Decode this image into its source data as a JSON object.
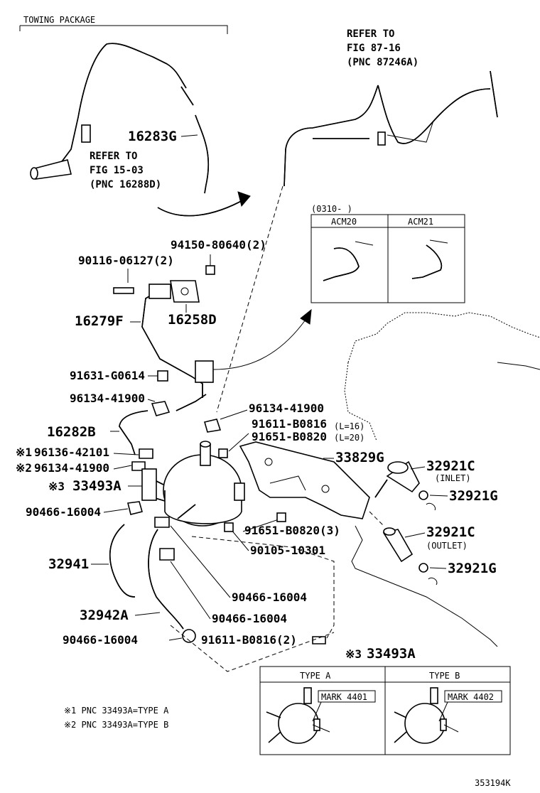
{
  "towing_package": "TOWING PACKAGE",
  "refs": {
    "top": [
      "REFER TO",
      "FIG 87-16",
      "(PNC 87246A)"
    ],
    "left": [
      "REFER TO",
      "FIG 15-03",
      "(PNC 16288D)"
    ]
  },
  "inset_top": {
    "range": "(0310-    )",
    "col1": "ACM20",
    "col2": "ACM21"
  },
  "parts": {
    "p16283G": "16283G",
    "p94150": "94150-80640(2)",
    "p90116": "90116-06127(2)",
    "p16279F": "16279F",
    "p16258D": "16258D",
    "p91631": "91631-G0614",
    "p96134a": "96134-41900",
    "p96134b": "96134-41900",
    "p16282B": "16282B",
    "p91611": "91611-B0816",
    "p91611_l": "(L=16)",
    "p91651": "91651-B0820",
    "p91651_l": "(L=20)",
    "p33829G": "33829G",
    "p96136_mark": "※1",
    "p96136": "96136-42101",
    "p96134c_mark": "※2",
    "p96134c": "96134-41900",
    "p33493A_mark": "※3",
    "p33493A": "33493A",
    "p32921C_in": "32921C",
    "inlet": "(INLET)",
    "p32921G_a": "32921G",
    "p90466_a": "90466-16004",
    "p91651_3": "91651-B0820(3)",
    "p32921C_out": "32921C",
    "outlet": "(OUTLET)",
    "p90105": "90105-10301",
    "p32941": "32941",
    "p32921G_b": "32921G",
    "p90466_b": "90466-16004",
    "p32942A": "32942A",
    "p90466_c": "90466-16004",
    "p90466_d": "90466-16004",
    "p91611_2": "91611-B0816(2)",
    "p33493A_b_mark": "※3",
    "p33493A_b": "33493A"
  },
  "inset_bottom": {
    "typeA": "TYPE A",
    "typeB": "TYPE B",
    "markA": "MARK 4401",
    "markB": "MARK 4402"
  },
  "notes": {
    "n1": "※1  PNC 33493A=TYPE A",
    "n2": "※2  PNC 33493A=TYPE B"
  },
  "figure_id": "353194K"
}
